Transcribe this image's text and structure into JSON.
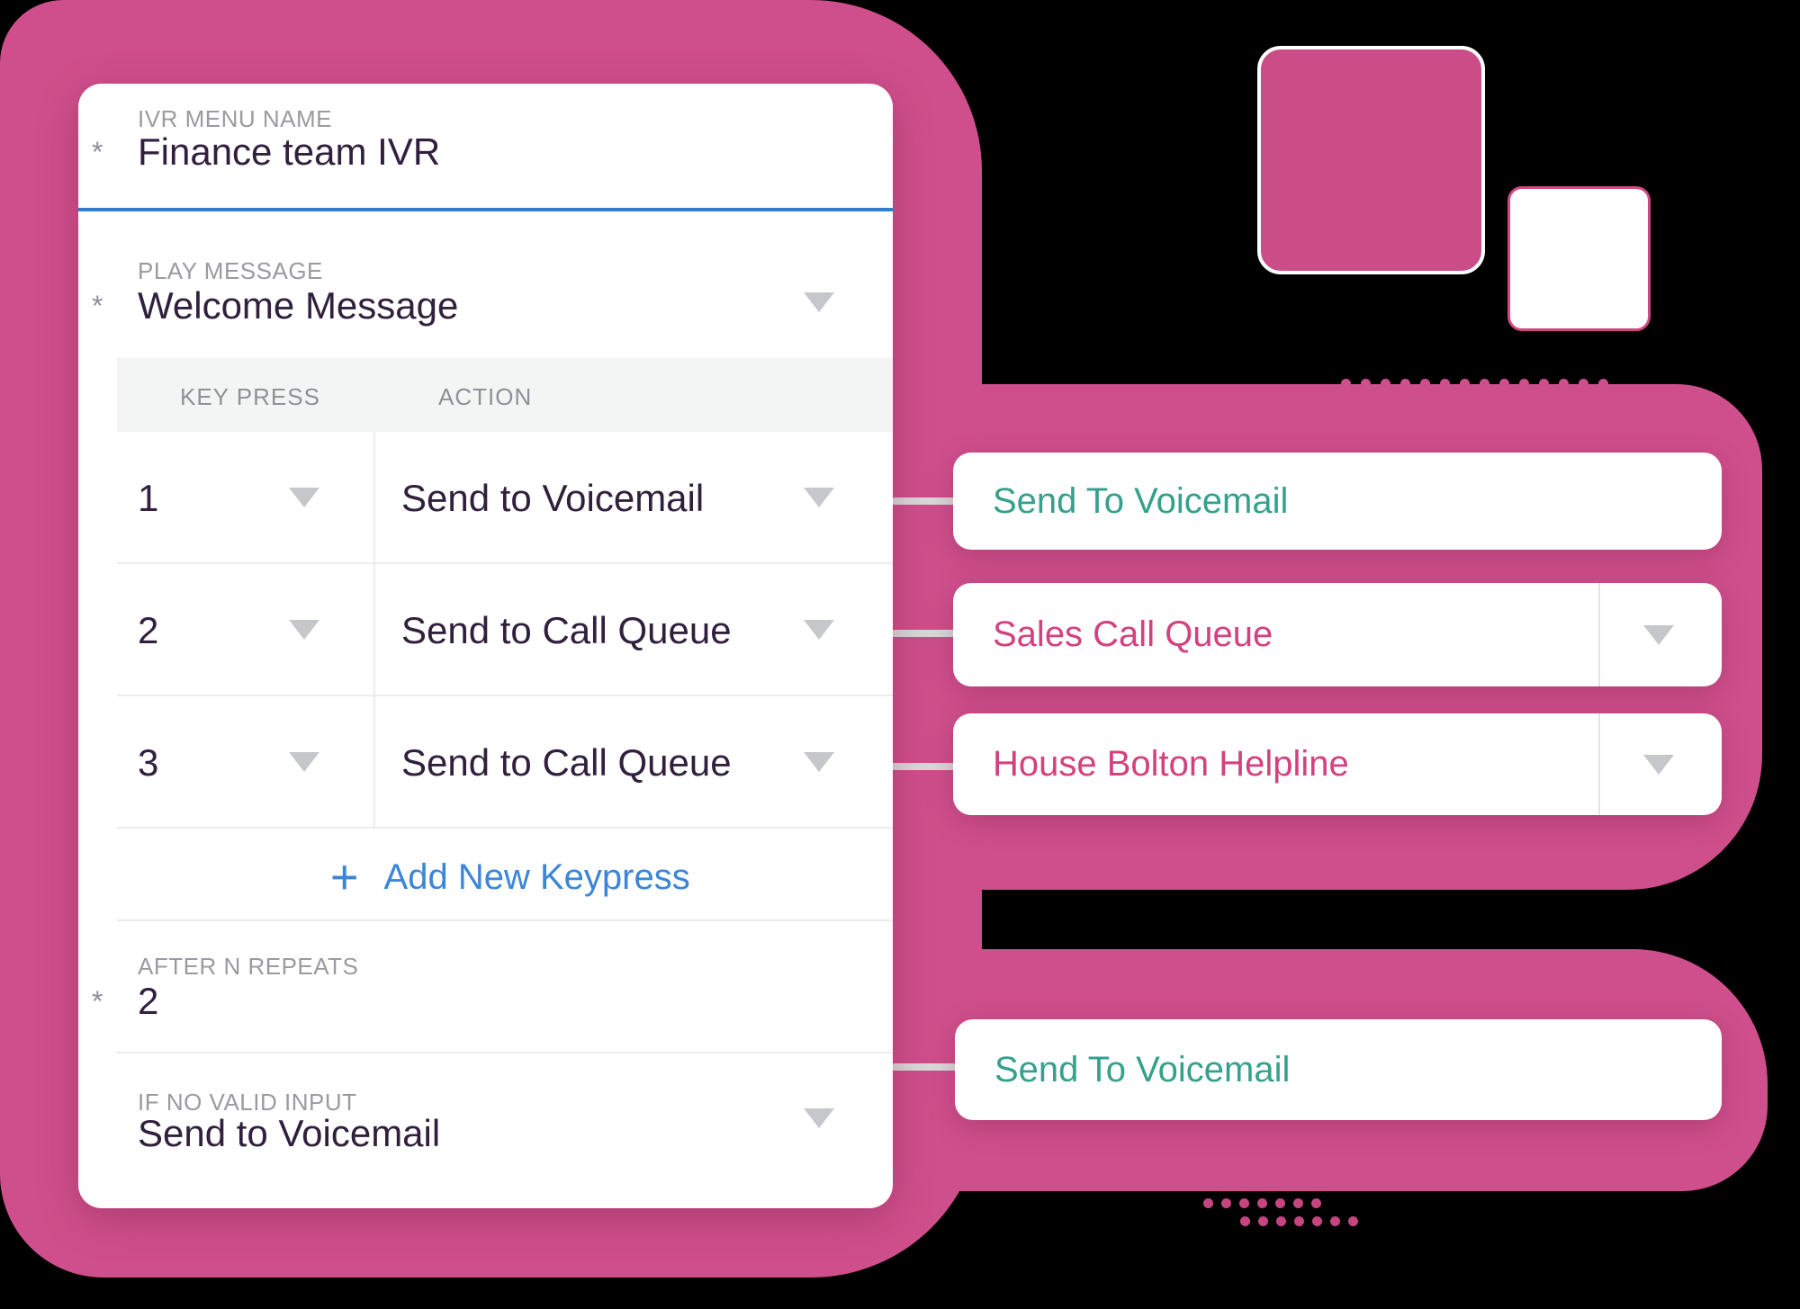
{
  "colors": {
    "brand_pink": "#ce4f8b",
    "teal": "#35a18c",
    "magenta": "#d4417f",
    "blue": "#3b86d8",
    "value_text": "#31203d",
    "label_text": "#9a9ba0"
  },
  "form": {
    "ivr_menu_name": {
      "label": "IVR MENU NAME",
      "required_marker": "*",
      "value": "Finance team IVR"
    },
    "play_message": {
      "label": "PLAY MESSAGE",
      "required_marker": "*",
      "value": "Welcome Message"
    },
    "keypress_table": {
      "key_press_header": "KEY PRESS",
      "action_header": "ACTION",
      "rows": [
        {
          "key": "1",
          "action": "Send to Voicemail"
        },
        {
          "key": "2",
          "action": "Send to Call Queue"
        },
        {
          "key": "3",
          "action": "Send to Call Queue"
        }
      ]
    },
    "add_new_keypress": {
      "plus": "+",
      "label": "Add New Keypress"
    },
    "after_n_repeats": {
      "label": "AFTER N REPEATS",
      "required_marker": "*",
      "value": "2"
    },
    "if_no_valid_input": {
      "label": "IF NO VALID INPUT",
      "value": "Send to Voicemail"
    }
  },
  "destinations": [
    {
      "text": "Send To Voicemail"
    },
    {
      "text": "Sales Call Queue"
    },
    {
      "text": "House Bolton Helpline"
    },
    {
      "text": "Send To Voicemail"
    }
  ]
}
